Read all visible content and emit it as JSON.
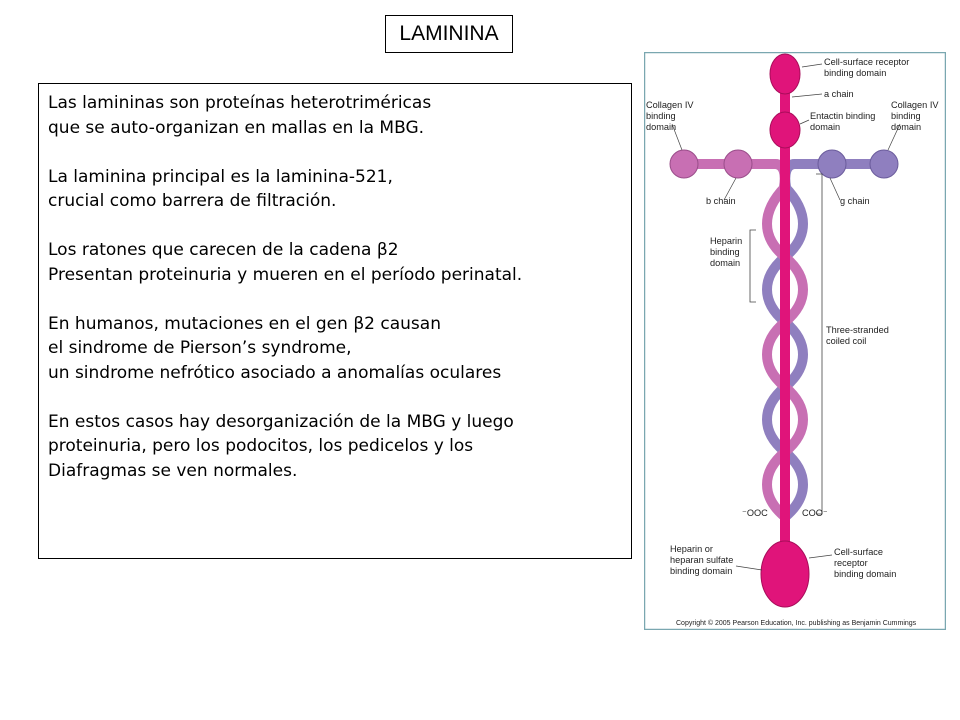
{
  "title": "LAMININA",
  "paragraphs": [
    [
      "Las lamininas son proteínas heterotriméricas",
      "que se auto-organizan en mallas en la MBG."
    ],
    [
      "La laminina principal es la laminina-521,",
      "crucial como barrera de filtración."
    ],
    [
      "Los ratones que carecen de la cadena β2",
      "Presentan proteinuria y mueren en el período perinatal."
    ],
    [
      "En humanos, mutaciones en el gen β2 causan",
      "el sindrome de Pierson’s syndrome,",
      "un sindrome nefrótico asociado a anomalías oculares"
    ],
    [
      "En estos casos hay desorganización de la MBG y luego",
      "proteinuria, pero los podocitos, los pedicelos y los",
      "Diafragmas se ven normales."
    ]
  ],
  "diagram": {
    "labels": {
      "cell_surface_top_1": "Cell-surface receptor",
      "cell_surface_top_2": "binding domain",
      "a_chain": "a chain",
      "collagen_left_1": "Collagen IV",
      "collagen_left_2": "binding",
      "collagen_left_3": "domain",
      "entactin_1": "Entactin binding",
      "entactin_2": "domain",
      "collagen_right_1": "Collagen IV",
      "collagen_right_2": "binding",
      "collagen_right_3": "domain",
      "b_chain": "b chain",
      "g_chain": "g chain",
      "heparin_1": "Heparin",
      "heparin_2": "binding",
      "heparin_3": "domain",
      "coil_1": "Three-stranded",
      "coil_2": "coiled coil",
      "ooc": "⁻OOC",
      "coo": "COO⁻",
      "heparin_sulfate_1": "Heparin or",
      "heparin_sulfate_2": "heparan sulfate",
      "heparin_sulfate_3": "binding domain",
      "cell_surface_bottom_1": "Cell-surface",
      "cell_surface_bottom_2": "receptor",
      "cell_surface_bottom_3": "binding domain"
    },
    "copyright": "Copyright © 2005 Pearson Education, Inc. publishing as Benjamin Cummings",
    "colors": {
      "alpha_chain": "#e0147a",
      "beta_chain": "#c86fb3",
      "gamma_chain": "#8f7fbf",
      "border": "#7aa7b0"
    }
  }
}
